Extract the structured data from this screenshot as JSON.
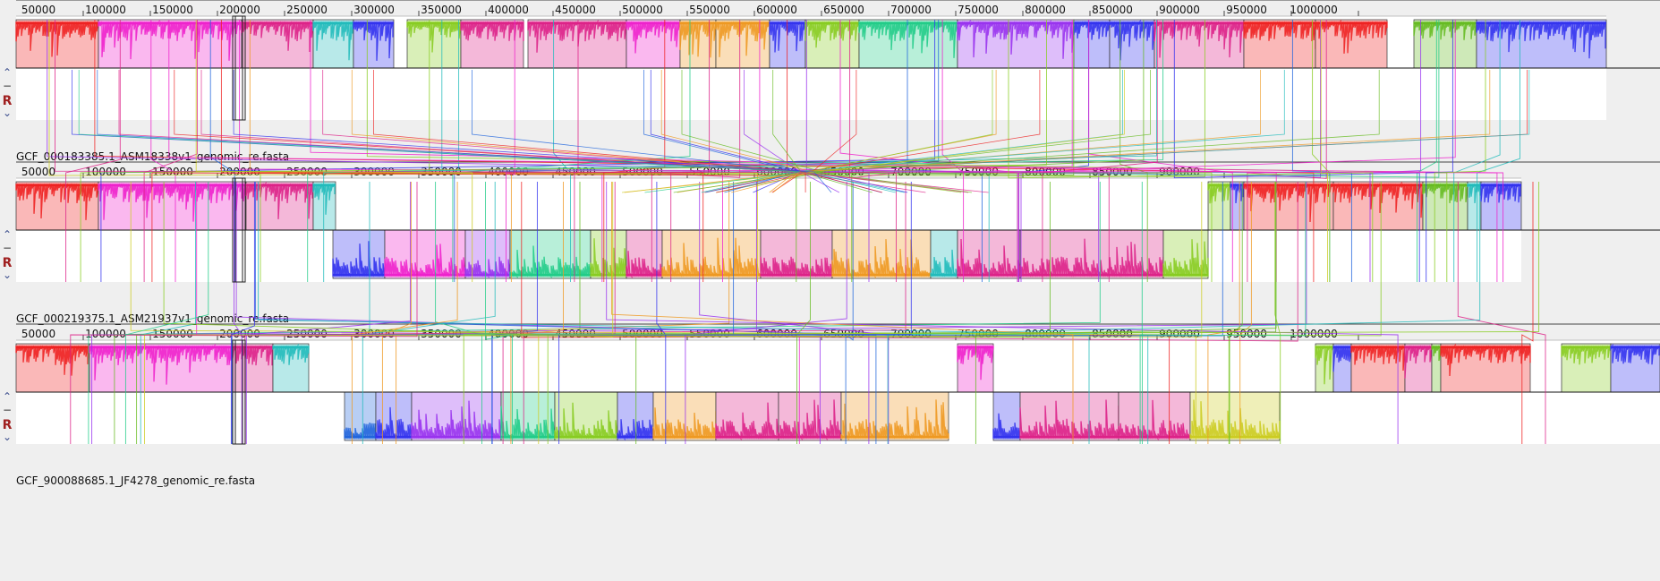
{
  "genomes": [
    {
      "name": "GCF_000183385.1_ASM18338v1_genomic_re.fasta",
      "ticks": [
        "50000",
        "100000",
        "150000",
        "200000",
        "250000",
        "300000",
        "350000",
        "400000",
        "450000",
        "500000",
        "550000",
        "600000",
        "650000",
        "700000",
        "750000",
        "800000",
        "850000",
        "900000",
        "950000",
        "1000000"
      ]
    },
    {
      "name": "GCF_000219375.1_ASM21937v1_genomic_re.fasta",
      "ticks": [
        "50000",
        "100000",
        "150000",
        "200000",
        "250000",
        "300000",
        "350000",
        "400000",
        "450000",
        "500000",
        "550000",
        "600000",
        "650000",
        "700000",
        "750000",
        "800000",
        "850000",
        "900000"
      ]
    },
    {
      "name": "GCF_900088685.1_JF4278_genomic_re.fasta",
      "ticks": [
        "50000",
        "100000",
        "150000",
        "200000",
        "250000",
        "300000",
        "350000",
        "400000",
        "450000",
        "500000",
        "550000",
        "600000",
        "650000",
        "700000",
        "750000",
        "800000",
        "850000",
        "900000",
        "950000",
        "1000000"
      ]
    }
  ],
  "controls": {
    "up": "⌃",
    "minus": "−",
    "r": "R",
    "down": "⌄"
  },
  "colors": {
    "lcb": [
      "#ee2222",
      "#ee22cc",
      "#9933ee",
      "#3333ee",
      "#22bbbb",
      "#22cc88",
      "#88cc22",
      "#ee9922",
      "#dd2288",
      "#66bb22",
      "#cccc22",
      "#2266dd"
    ],
    "track_bg": "#ffffff",
    "panel_bg": "#efefef"
  }
}
